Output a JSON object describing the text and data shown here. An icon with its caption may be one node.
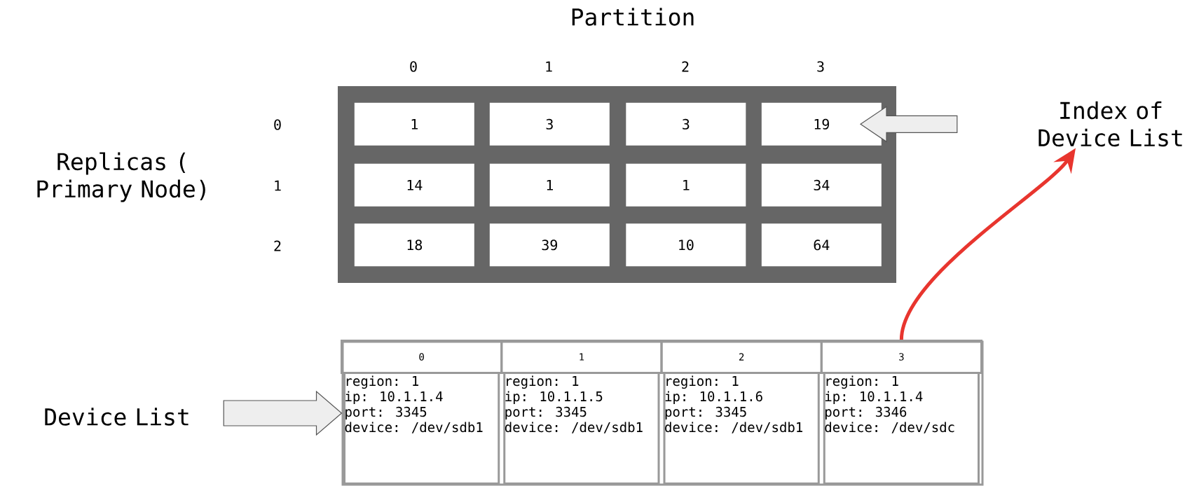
{
  "diagram": {
    "nodes": [
      {
        "text": [],
        "shape": "box"
      },
      {
        "text": [
          "1"
        ],
        "in": 0
      },
      {
        "text": [
          "3"
        ],
        "in": 0
      },
      {
        "text": [
          "3"
        ],
        "in": 0
      },
      {
        "text": [
          "19"
        ],
        "in": 0
      },
      {
        "text": [
          "14"
        ],
        "in": 0
      },
      {
        "text": [
          "1"
        ],
        "in": 0
      },
      {
        "text": [
          "1"
        ],
        "in": 0
      },
      {
        "text": [
          "34"
        ],
        "in": 0
      },
      {
        "text": [
          "18"
        ],
        "in": 0
      },
      {
        "text": [
          "39"
        ],
        "in": 0
      },
      {
        "text": [
          "10"
        ],
        "in": 0
      },
      {
        "text": [
          "64"
        ],
        "in": 0
      },
      {
        "text": [
          "Index of Device List"
        ]
      },
      {
        "text": [
          "Device List"
        ]
      },
      {
        "text": [],
        "shape": "box"
      },
      {
        "text": [
          "0"
        ],
        "in": 15
      },
      {
        "text": [
          "1"
        ],
        "in": 15
      },
      {
        "text": [
          "2"
        ],
        "in": 15
      },
      {
        "text": [
          "3"
        ],
        "in": 15
      },
      {
        "text": [
          "region: 1",
          "ip: 10.1.1.4",
          "port: 3345",
          "device: /dev/sdb1"
        ],
        "in": 15
      },
      {
        "text": [
          "region: 1",
          "ip: 10.1.1.5",
          "port: 3345",
          "device: /dev/sdb1"
        ],
        "in": 15
      },
      {
        "text": [
          "region: 1",
          "ip: 10.1.1.6",
          "port: 3345",
          "device: /dev/sdb1"
        ],
        "in": 15
      },
      {
        "text": [
          "region: 1",
          "ip: 10.1.1.4",
          "port: 3346",
          "device: /dev/sdc"
        ],
        "in": 15
      }
    ],
    "edges": [
      {
        "from": 13,
        "to": 4,
        "arrow": "to"
      },
      {
        "from": 14,
        "to": 15,
        "arrow": "to"
      },
      {
        "from": 19,
        "to": 13,
        "arrow": "to",
        "color": "#e8352e"
      }
    ],
    "labels": [
      "Partition",
      "0",
      "1",
      "2",
      "3",
      "0",
      "Replicas ( Primary Node)",
      "1",
      "2"
    ]
  }
}
